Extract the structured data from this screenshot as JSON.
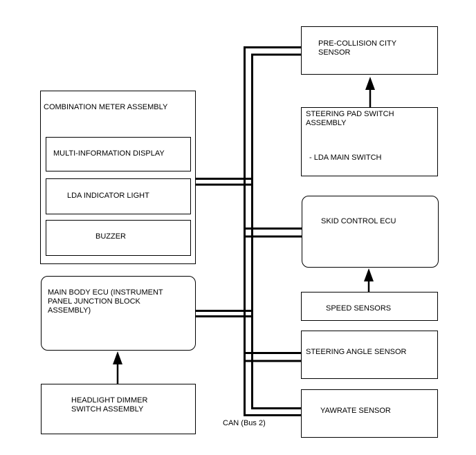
{
  "colors": {
    "line": "#000000",
    "background": "#ffffff"
  },
  "can_bus": {
    "label": "CAN (Bus 2)"
  },
  "left_column": {
    "combination_meter": {
      "title": "COMBINATION METER ASSEMBLY",
      "components": [
        {
          "label": "MULTI-INFORMATION DISPLAY"
        },
        {
          "label": "LDA INDICATOR LIGHT"
        },
        {
          "label": "BUZZER"
        }
      ]
    },
    "main_body_ecu": {
      "label": "MAIN BODY ECU (INSTRUMENT\nPANEL JUNCTION BLOCK\nASSEMBLY)"
    },
    "headlight_dimmer_switch": {
      "label": "HEADLIGHT DIMMER\nSWITCH ASSEMBLY"
    }
  },
  "right_column": {
    "pre_collision_city_sensor": {
      "label": "PRE-COLLISION CITY\nSENSOR"
    },
    "steering_pad_switch": {
      "title": "STEERING PAD SWITCH\nASSEMBLY",
      "item": "- LDA MAIN SWITCH"
    },
    "skid_control_ecu": {
      "label": "SKID CONTROL ECU"
    },
    "speed_sensors": {
      "label": "SPEED SENSORS"
    },
    "steering_angle_sensor": {
      "label": "STEERING ANGLE SENSOR"
    },
    "yawrate_sensor": {
      "label": "YAWRATE SENSOR"
    }
  }
}
